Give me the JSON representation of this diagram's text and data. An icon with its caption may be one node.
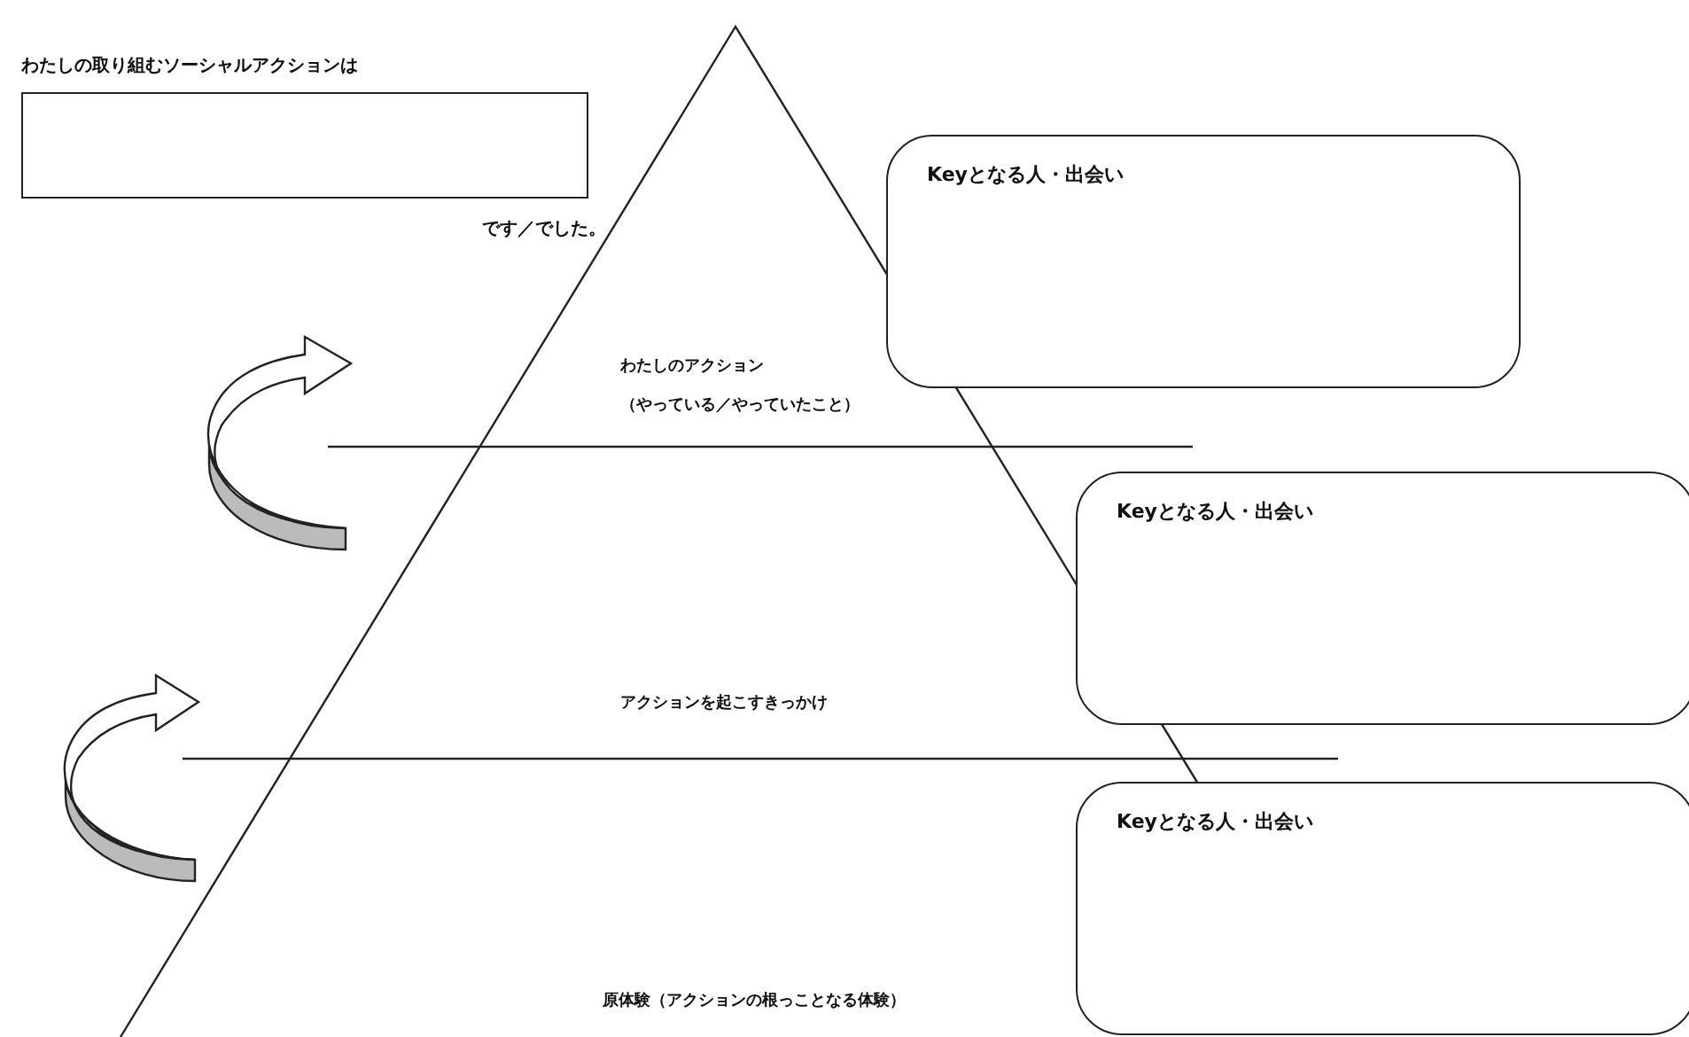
{
  "diagram": {
    "nodes": [
      {
        "text": [
          "わたしの取り組むソーシャルアクションは"
        ],
        "beside": [
          "です／でした。"
        ]
      },
      {
        "text": [
          "わたしのアクション",
          "（やっている／やっていたこと）"
        ]
      },
      {
        "text": [
          "アクションを起こすきっかけ"
        ]
      },
      {
        "text": [
          "原体験（アクションの根っことなる体験）"
        ]
      },
      {
        "text": [
          "Keyとなる人・出会い"
        ]
      },
      {
        "text": [
          "Keyとなる人・出会い"
        ]
      },
      {
        "text": [
          "Keyとなる人・出会い"
        ]
      }
    ],
    "edges": []
  }
}
